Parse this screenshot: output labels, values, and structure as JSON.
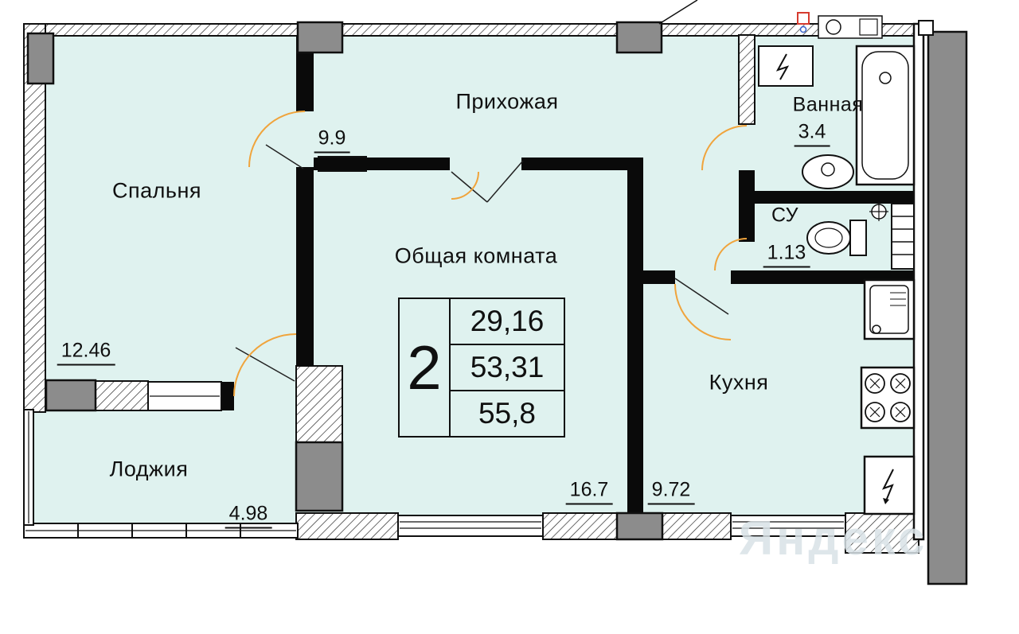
{
  "plan": {
    "type": "apartment-floor-plan",
    "rooms": {
      "bedroom": {
        "label": "Спальня",
        "area": "12.46"
      },
      "hallway": {
        "label": "Прихожая",
        "area": "9.9"
      },
      "living": {
        "label": "Общая комната",
        "area": "16.7"
      },
      "bathroom": {
        "label": "Ванная",
        "area": "3.4"
      },
      "wc": {
        "label": "СУ",
        "area": "1.13"
      },
      "kitchen": {
        "label": "Кухня",
        "area": "9.72"
      },
      "loggia": {
        "label": "Лоджия",
        "area": "4.98"
      }
    },
    "info_box": {
      "rooms_count": "2",
      "living_area": "29,16",
      "area_no_loggia": "53,31",
      "total_area": "55,8"
    },
    "fixtures": {
      "bathroom": [
        "washer-icon",
        "bathtub-icon",
        "pedestal-sink-icon"
      ],
      "wc": [
        "toilet-icon",
        "vent-icon",
        "towel-rail-icon"
      ],
      "kitchen": [
        "kitchen-sink-icon",
        "stove-icon",
        "refrigerator-icon"
      ]
    },
    "colors": {
      "room_fill": "#dff2ef",
      "wall": "#0a0a0a",
      "column": "#8c8c8c",
      "door_arc": "#f0a43c",
      "marker_red": "#d63b2f"
    }
  },
  "watermark": "Яндекс"
}
